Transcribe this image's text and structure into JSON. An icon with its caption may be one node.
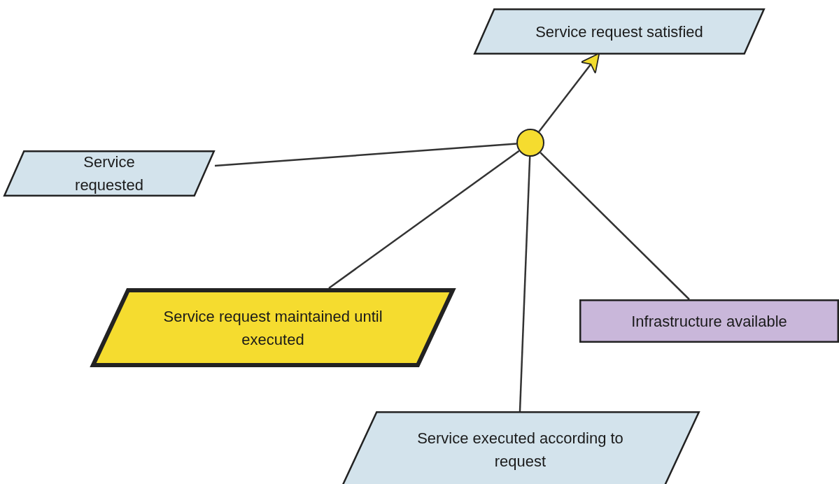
{
  "diagram": {
    "nodes": [
      {
        "text": [
          "Service request satisfied"
        ]
      },
      {
        "text": [
          "Service requested"
        ]
      },
      {
        "text": [],
        "shape": "circle"
      },
      {
        "text": [
          "Service request maintained until executed"
        ]
      },
      {
        "text": [
          "Infrastructure available"
        ]
      },
      {
        "text": [
          "Service executed according to request"
        ]
      }
    ],
    "edges": [
      {
        "from": 2,
        "to": 0,
        "arrow": "to"
      },
      {
        "from": 1,
        "to": 2,
        "arrow": "none"
      },
      {
        "from": 3,
        "to": 2,
        "arrow": "none"
      },
      {
        "from": 5,
        "to": 2,
        "arrow": "none"
      },
      {
        "from": 4,
        "to": 2,
        "arrow": "none"
      }
    ]
  }
}
